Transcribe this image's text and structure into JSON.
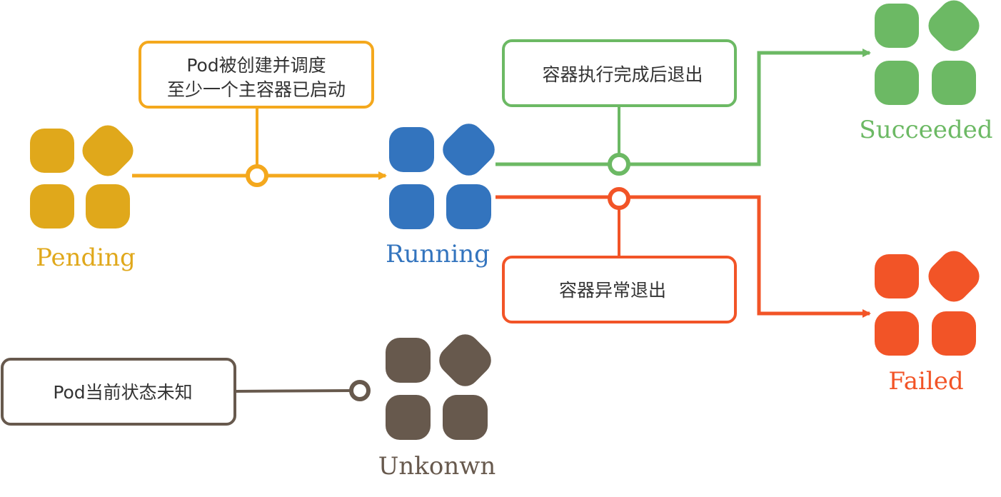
{
  "colors": {
    "pending": "#E0A81B",
    "running": "#3374BE",
    "succeeded": "#6CB964",
    "failed": "#F25427",
    "unknown": "#67594D",
    "text": "#333333"
  },
  "states": {
    "pending": {
      "label": "Pending",
      "icon": "pod-icon"
    },
    "running": {
      "label": "Running",
      "icon": "pod-icon"
    },
    "succeeded": {
      "label": "Succeeded",
      "icon": "pod-icon"
    },
    "failed": {
      "label": "Failed",
      "icon": "pod-icon"
    },
    "unknown": {
      "label": "Unkonwn",
      "icon": "pod-icon"
    }
  },
  "transitions": {
    "scheduled": {
      "line1": "Pod被创建并调度",
      "line2": "至少一个主容器已启动"
    },
    "completed": {
      "text": "容器执行完成后退出"
    },
    "error": {
      "text": "容器异常退出"
    },
    "unknown": {
      "text": "Pod当前状态未知"
    }
  }
}
